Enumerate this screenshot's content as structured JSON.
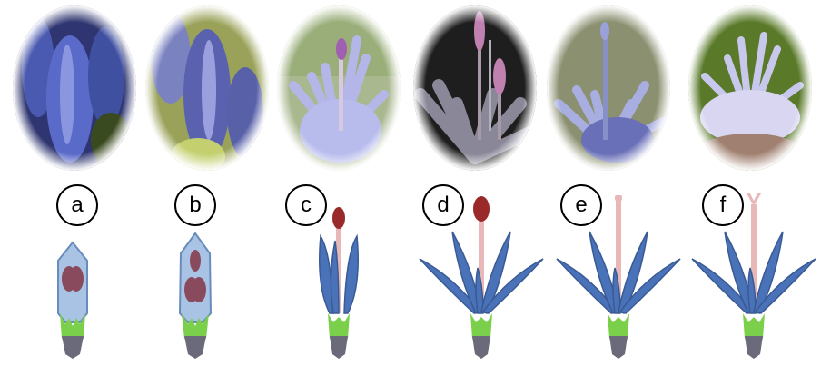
{
  "stages": [
    {
      "id": "a",
      "label": "a",
      "photo": "flower-bud-closed-photo",
      "palette": [
        "#3f4f9a",
        "#6a78c8",
        "#4c5a2a"
      ]
    },
    {
      "id": "b",
      "label": "b",
      "photo": "flower-bud-opening-photo",
      "palette": [
        "#5a64a8",
        "#8a92d0",
        "#7a8a4a"
      ]
    },
    {
      "id": "c",
      "label": "c",
      "photo": "flower-style-emerging-photo",
      "palette": [
        "#9aa0d8",
        "#c4c6ec",
        "#8aa070"
      ]
    },
    {
      "id": "d",
      "label": "d",
      "photo": "flower-stigma-exserted-photo",
      "palette": [
        "#2a2a2a",
        "#8a84a0",
        "#c080b0"
      ]
    },
    {
      "id": "e",
      "label": "e",
      "photo": "flower-stigma-withered-photo",
      "palette": [
        "#8a9070",
        "#a8aee0",
        "#6a70b8"
      ]
    },
    {
      "id": "f",
      "label": "f",
      "photo": "flower-senescent-photo",
      "palette": [
        "#6a8a3a",
        "#c8c8ec",
        "#a08070"
      ]
    }
  ],
  "colors": {
    "petal": "#4a72b8",
    "petal_stroke": "#3a5a94",
    "bud_fill": "#a9c3e4",
    "bud_stroke": "#6a8cbc",
    "anther": "#8a4a5e",
    "stigma": "#9a2a2a",
    "style": "#e8b8b8",
    "sepal_green": "#7ad04a",
    "base_grey": "#6a6a7a"
  }
}
